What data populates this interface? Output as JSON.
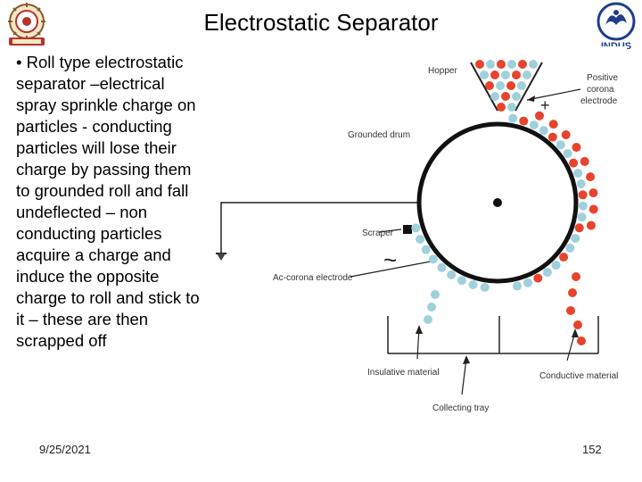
{
  "slide": {
    "title": "Electrostatic Separator",
    "bullet": "• Roll type electrostatic separator –electrical spray sprinkle charge on particles - conducting particles will lose their charge by passing them to grounded roll and fall undeflected – non conducting particles acquire a charge and induce the opposite charge to roll and stick to it – these are then scrapped off",
    "date": "9/25/2021",
    "page_number": "152"
  },
  "logos": {
    "left": "institute-seal-logo",
    "right": "indus-logo",
    "right_text": "INDUS"
  },
  "diagram": {
    "labels": {
      "hopper": "Hopper",
      "positive_corona_line1": "Positive",
      "positive_corona_line2": "corona",
      "positive_corona_line3": "electrode",
      "plus_sign": "+",
      "grounded_drum": "Grounded drum",
      "scraper": "Scraper",
      "ac_corona": "Ac-corona electrode",
      "tilde": "~",
      "insulative": "Insulative material",
      "conductive": "Conductive material",
      "collecting_tray": "Collecting tray"
    },
    "colors": {
      "conductive_particle": "#e8432e",
      "insulative_particle": "#9fd0dc",
      "line": "#222222"
    }
  }
}
